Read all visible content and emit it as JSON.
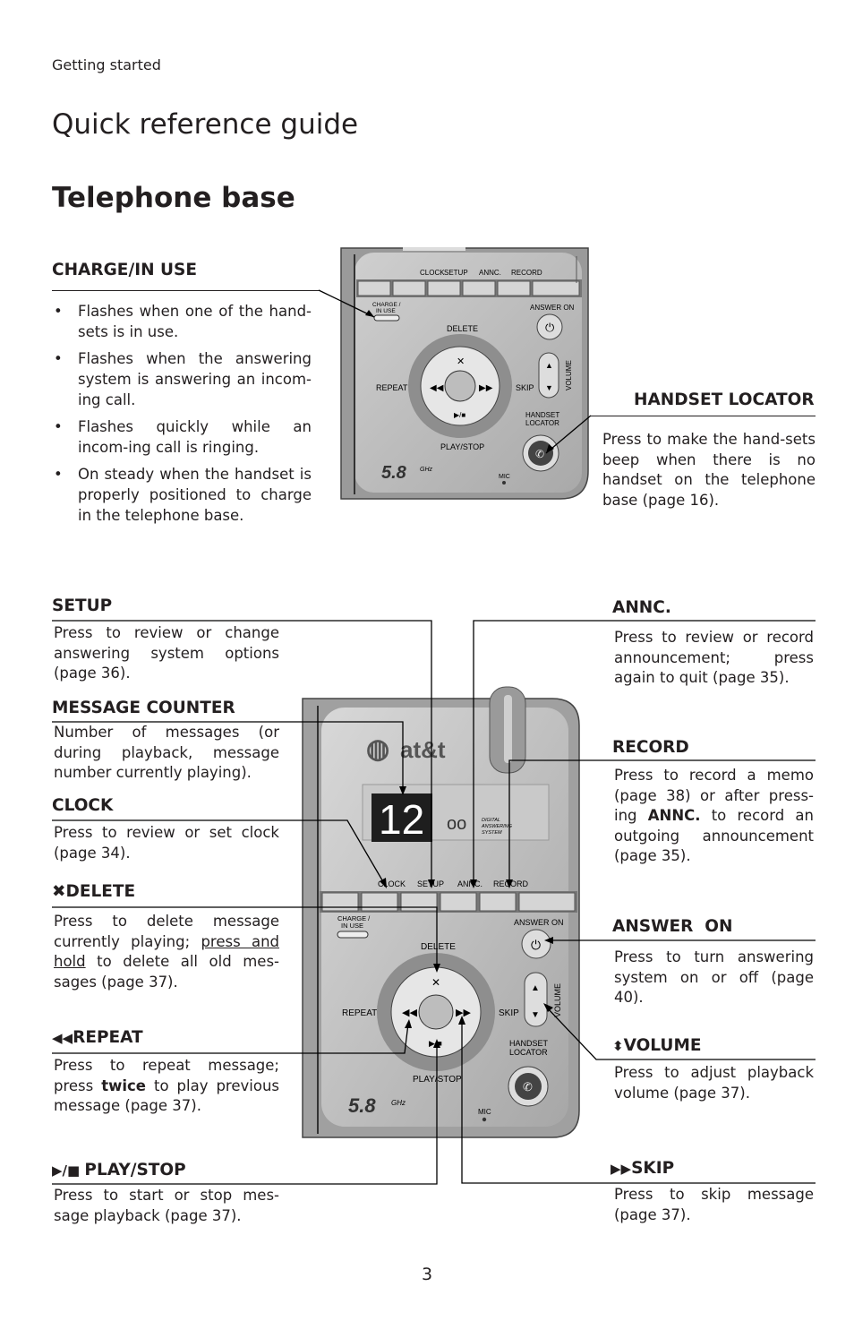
{
  "header": {
    "section": "Getting started",
    "title": "Quick reference guide",
    "subtitle": "Telephone base"
  },
  "charge": {
    "label": "CHARGE/IN USE",
    "bullets": [
      "Flashes when one of the hand-sets is in use.",
      "Flashes when the answering system is answering an incom-ing call.",
      "Flashes quickly while an incom-ing call is ringing.",
      "On steady when the handset is properly positioned to charge in the telephone base."
    ]
  },
  "handset_locator": {
    "label": "HANDSET LOCATOR",
    "text": "Press to make the hand-sets beep when there is no handset on the telephone base (page 16)."
  },
  "setup": {
    "label": "SETUP",
    "text": "Press to review or change answering system options (page 36)."
  },
  "message_counter": {
    "label": "MESSAGE COUNTER",
    "text": "Number of messages (or during playback, message number currently playing)."
  },
  "clock": {
    "label": "CLOCK",
    "text": "Press to review or set clock (page 34)."
  },
  "delete": {
    "label": "DELETE",
    "text_a": "Press to delete message currently playing; ",
    "text_u": "press and hold",
    "text_b": " to delete all old mes-sages (page 37)."
  },
  "repeat": {
    "label": "REPEAT",
    "text_a": "Press to repeat message; press ",
    "text_bold": "twice",
    "text_b": " to play previous message (page 37)."
  },
  "playstop": {
    "label": "PLAY/STOP",
    "text": "Press to start or stop mes-sage playback (page 37)."
  },
  "annc": {
    "label": "ANNC.",
    "text": "Press to review or record announcement; press again to quit (page 35)."
  },
  "record": {
    "label": "RECORD",
    "text_a": "Press to record a memo (page 38) or after press-ing ",
    "text_bold": "ANNC.",
    "text_b": " to record an outgoing announcement (page 35)."
  },
  "answer_on": {
    "label": "ANSWER  ON",
    "text": "Press to turn answering system on or off (page 40)."
  },
  "volume": {
    "label": "VOLUME",
    "text": "Press to adjust playback volume (page 37)."
  },
  "skip": {
    "label": "SKIP",
    "text": "Press to skip message (page 37)."
  },
  "device": {
    "keys": [
      "CLOCK",
      "SETUP",
      "ANNC.",
      "RECORD"
    ],
    "charge_label_1": "CHARGE /",
    "charge_label_2": "IN USE",
    "answer_on": "ANSWER ON",
    "delete": "DELETE",
    "repeat": "REPEAT",
    "skip": "SKIP",
    "volume": "VOLUME",
    "play_stop": "PLAY/STOP",
    "locator_1": "HANDSET",
    "locator_2": "LOCATOR",
    "freq": "5.8",
    "ghz": "GHz",
    "mic": "MIC",
    "brand": "at&t",
    "counter": "12",
    "das_1": "DIGITAL",
    "das_2": "ANSWERING",
    "das_3": "SYSTEM"
  },
  "page_number": "3"
}
